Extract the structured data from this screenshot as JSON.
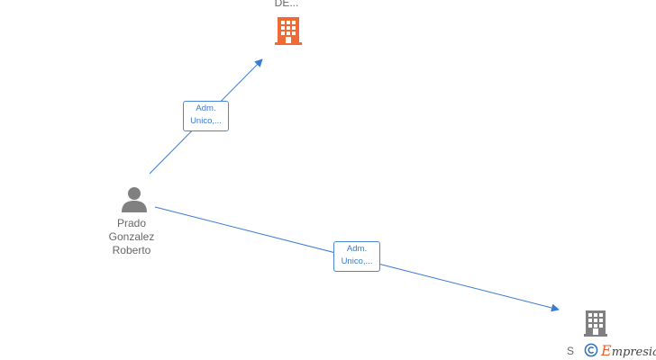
{
  "nodes": {
    "company_top": {
      "label": "DE...",
      "icon": "building-icon",
      "color": "#f06a35"
    },
    "person": {
      "label_lines": [
        "Prado",
        "Gonzalez",
        "Roberto"
      ],
      "icon": "person-icon",
      "color": "#808080"
    },
    "company_bottom": {
      "label": "S",
      "icon": "building-icon",
      "color": "#808080"
    }
  },
  "edges": [
    {
      "from": "person",
      "to": "company_top",
      "label_lines": [
        "Adm.",
        "Unico,..."
      ]
    },
    {
      "from": "person",
      "to": "company_bottom",
      "label_lines": [
        "Adm.",
        "Unico,..."
      ]
    }
  ],
  "edge_color": "#3b7bd4",
  "watermark": {
    "symbol": "©",
    "brand_initial": "E",
    "brand_rest": "mpresia",
    "accent": "#e8622c"
  }
}
